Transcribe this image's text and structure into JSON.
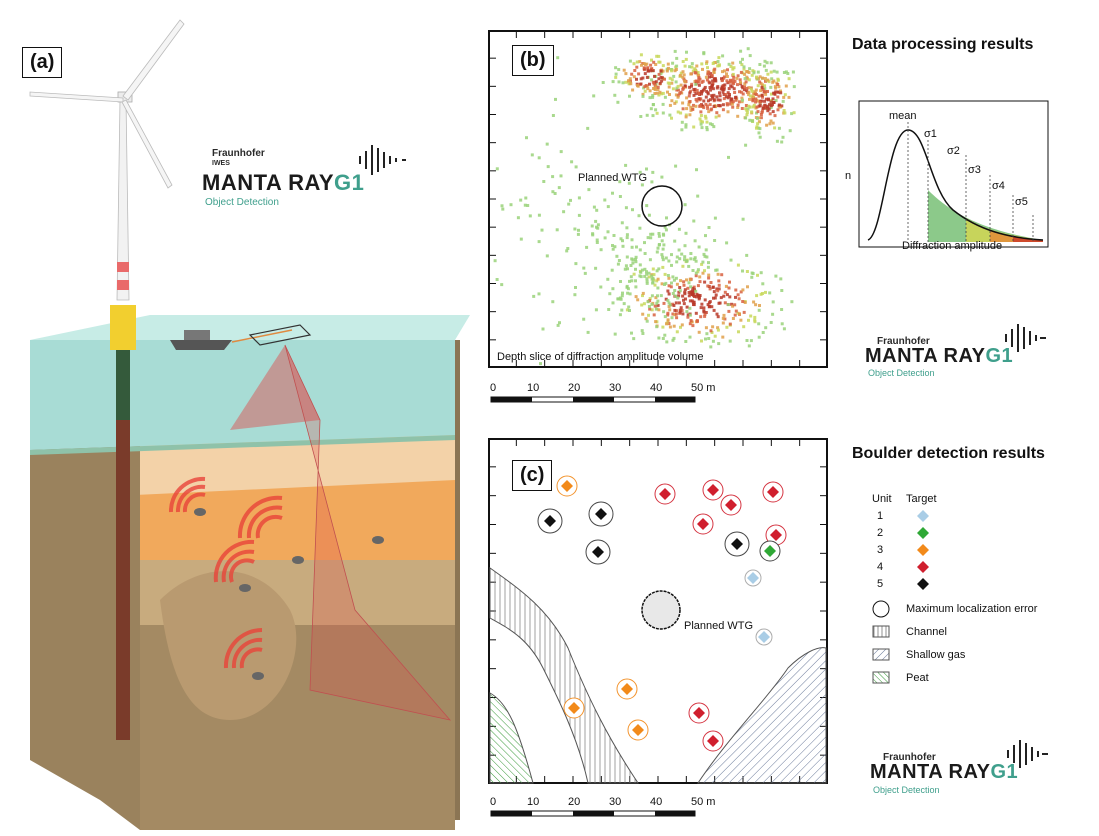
{
  "panels": {
    "a": {
      "label": "(a)"
    },
    "b": {
      "label": "(b)",
      "title": "Data processing results",
      "wtg_label": "Planned WTG",
      "slice_caption": "Depth slice of diffraction amplitude volume",
      "scale_ticks": [
        "0",
        "10",
        "20",
        "30",
        "40",
        "50 m"
      ],
      "distribution": {
        "y_axis": "n",
        "x_axis": "Diffraction amplitude",
        "markers": [
          "mean",
          "σ1",
          "σ2",
          "σ3",
          "σ4",
          "σ5"
        ]
      }
    },
    "c": {
      "label": "(c)",
      "title": "Boulder detection results",
      "wtg_label": "Planned WTG",
      "scale_ticks": [
        "0",
        "10",
        "20",
        "30",
        "40",
        "50 m"
      ],
      "legend": {
        "unit_header": "Unit",
        "target_header": "Target",
        "units": [
          {
            "unit": "1",
            "color": "#a9cde6"
          },
          {
            "unit": "2",
            "color": "#2fa836"
          },
          {
            "unit": "3",
            "color": "#f28a1a"
          },
          {
            "unit": "4",
            "color": "#d01f2e"
          },
          {
            "unit": "5",
            "color": "#111111"
          }
        ],
        "symbols": [
          "Maximum localization error",
          "Channel",
          "Shallow gas",
          "Peat"
        ]
      }
    }
  },
  "logo": {
    "org": "Fraunhofer",
    "org_sub": "IWES",
    "product": "MANTA RAY",
    "product_suffix": "G1",
    "tagline": "Object Detection"
  },
  "colors": {
    "water": "#a8dcd5",
    "sediment_light": "#f3d2a8",
    "sediment_orange": "#f1a95c",
    "sediment_brown": "#c8ab7e",
    "sediment_dark": "#a48a63",
    "pile": "#7a3b2a",
    "logo_green": "#3f9f8c"
  }
}
